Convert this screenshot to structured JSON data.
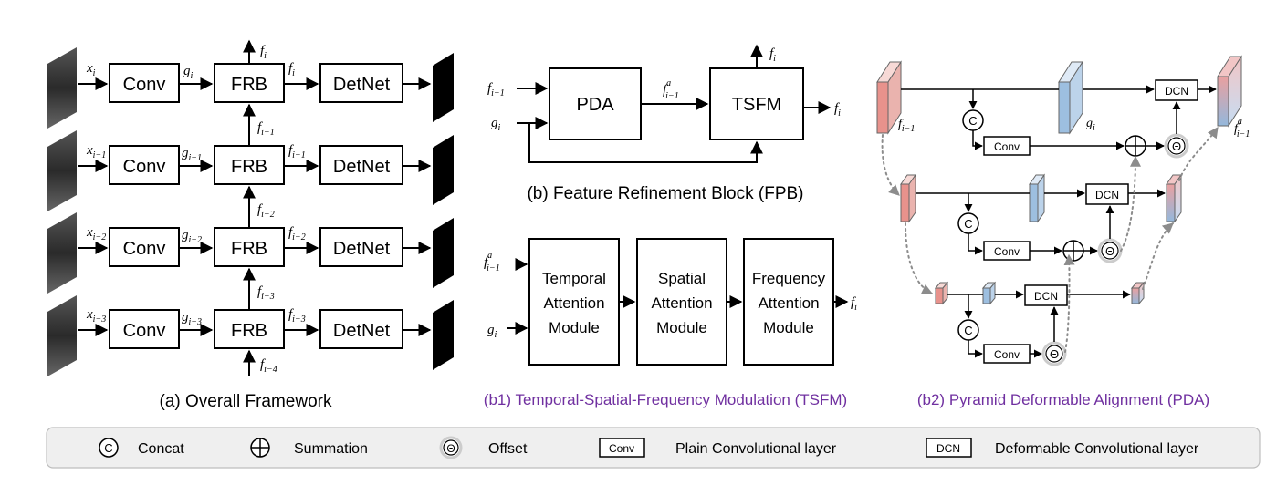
{
  "panel_a": {
    "caption": "(a) Overall Framework",
    "rows": [
      {
        "x": "x",
        "x_sub": "i",
        "conv": "Conv",
        "g": "g",
        "g_sub": "i",
        "frb": "FRB",
        "f": "f",
        "f_sub": "i",
        "det": "DetNet"
      },
      {
        "x": "x",
        "x_sub": "i−1",
        "conv": "Conv",
        "g": "g",
        "g_sub": "i−1",
        "frb": "FRB",
        "f": "f",
        "f_sub": "i−1",
        "det": "DetNet"
      },
      {
        "x": "x",
        "x_sub": "i−2",
        "conv": "Conv",
        "g": "g",
        "g_sub": "i−2",
        "frb": "FRB",
        "f": "f",
        "f_sub": "i−2",
        "det": "DetNet"
      },
      {
        "x": "x",
        "x_sub": "i−3",
        "conv": "Conv",
        "g": "g",
        "g_sub": "i−3",
        "frb": "FRB",
        "f": "f",
        "f_sub": "i−3",
        "det": "DetNet"
      }
    ],
    "top_out": {
      "f": "f",
      "sub": "i"
    },
    "vert_labels": [
      {
        "f": "f",
        "sub": "i−1"
      },
      {
        "f": "f",
        "sub": "i−2"
      },
      {
        "f": "f",
        "sub": "i−3"
      }
    ],
    "bottom_in": {
      "f": "f",
      "sub": "i−4"
    }
  },
  "panel_b": {
    "caption": "(b) Feature Refinement Block (FPB)",
    "pda": "PDA",
    "tsfm": "TSFM",
    "in1": {
      "f": "f",
      "sub": "i−1"
    },
    "in2": {
      "f": "g",
      "sub": "i"
    },
    "mid": {
      "f": "f",
      "sup": "a",
      "sub": "i−1"
    },
    "out_top": {
      "f": "f",
      "sub": "i"
    },
    "out_right": {
      "f": "f",
      "sub": "i"
    }
  },
  "panel_b1": {
    "caption": "(b1) Temporal-Spatial-Frequency Modulation (TSFM)",
    "modules": [
      [
        "Temporal",
        "Attention",
        "Module"
      ],
      [
        "Spatial",
        "Attention",
        "Module"
      ],
      [
        "Frequency",
        "Attention",
        "Module"
      ]
    ],
    "in1": {
      "f": "f",
      "sup": "a",
      "sub": "i−1"
    },
    "in2": {
      "f": "g",
      "sub": "i"
    },
    "out": {
      "f": "f",
      "sub": "i"
    }
  },
  "panel_b2": {
    "caption": "(b2) Pyramid Deformable Alignment  (PDA)",
    "conv": "Conv",
    "dcn": "DCN",
    "concat_symbol": "C",
    "sum_symbol": "+",
    "offset_symbol": "Θ",
    "in_f": {
      "f": "f",
      "sub": "i−1"
    },
    "in_g": {
      "f": "g",
      "sub": "i"
    },
    "out": {
      "f": "f",
      "sup": "a",
      "sub": "i−1"
    }
  },
  "legend": {
    "items": [
      {
        "symbol": "C",
        "label": "Concat"
      },
      {
        "symbol": "+",
        "label": "Summation"
      },
      {
        "symbol": "Θ",
        "label": "Offset"
      },
      {
        "symbol": "Conv",
        "label": "Plain Convolutional layer"
      },
      {
        "symbol": "DCN",
        "label": "Deformable Convolutional layer"
      }
    ]
  },
  "colors": {
    "red_face": "#f4c7c3",
    "red_front": "#e89a94",
    "blue_face": "#c9dcef",
    "blue_front": "#8eb3d8",
    "grad_top": "#f2c6c6",
    "grad_bottom": "#c6dcf2",
    "caption_purple": "#7030a0",
    "legend_bg": "#efefef"
  }
}
